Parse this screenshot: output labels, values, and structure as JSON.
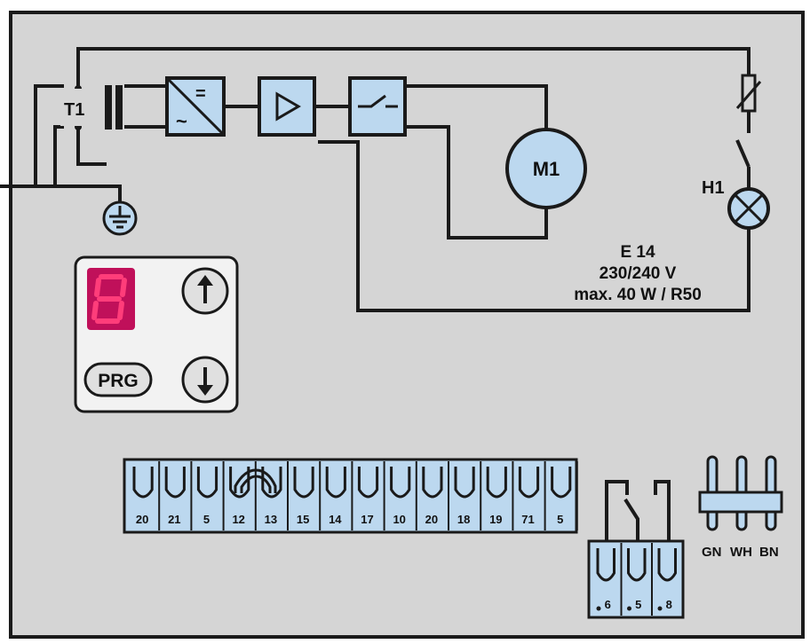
{
  "diagram": {
    "colors": {
      "panel": "#d5d5d5",
      "component_fill": "#bcd8ef",
      "wire": "#1a1a1a",
      "display_bg": "#c0105a",
      "display_segment": "#ff3d7a",
      "keypad_bg": "#f2f2f2"
    },
    "transformer": {
      "label": "T1"
    },
    "motor": {
      "label": "M1"
    },
    "lamp": {
      "label": "H1",
      "spec_lines": [
        "E 14",
        "230/240 V",
        "max. 40 W / R50"
      ]
    },
    "blocks": [
      {
        "name": "rectifier-icon",
        "symbol_top": "=",
        "symbol_bottom": "~"
      },
      {
        "name": "amplifier-icon"
      },
      {
        "name": "switch-icon"
      }
    ],
    "keypad": {
      "display_digit": "8",
      "prg_label": "PRG",
      "up_icon": "arrow-up-icon",
      "down_icon": "arrow-down-icon"
    },
    "terminal_strip": {
      "labels": [
        "20",
        "21",
        "5",
        "12",
        "13",
        "15",
        "14",
        "17",
        "10",
        "20",
        "18",
        "19",
        "71",
        "5"
      ]
    },
    "relay_terminals": {
      "labels": [
        "6",
        "5",
        "8"
      ]
    },
    "connector": {
      "labels": [
        "GN",
        "WH",
        "BN"
      ]
    }
  }
}
